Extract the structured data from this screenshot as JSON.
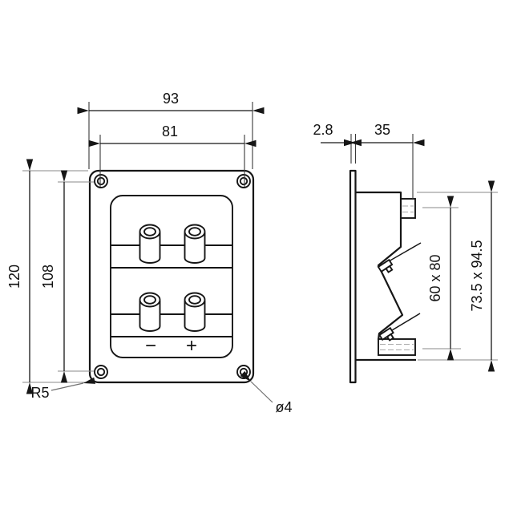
{
  "front_view": {
    "width_total": "93",
    "width_hole_centers": "81",
    "height_total": "120",
    "height_hole_centers": "108",
    "corner_radius": "R5",
    "hole_diameter": "ø4",
    "terminal_minus": "−",
    "terminal_plus": "+"
  },
  "side_view": {
    "plate_thickness": "2.8",
    "depth": "35",
    "cutout_size": "60 x 80",
    "rear_size": "73.5 x 94.5"
  },
  "colors": {
    "line": "#161616",
    "extension_line": "#8a8a8a",
    "background": "#ffffff"
  }
}
